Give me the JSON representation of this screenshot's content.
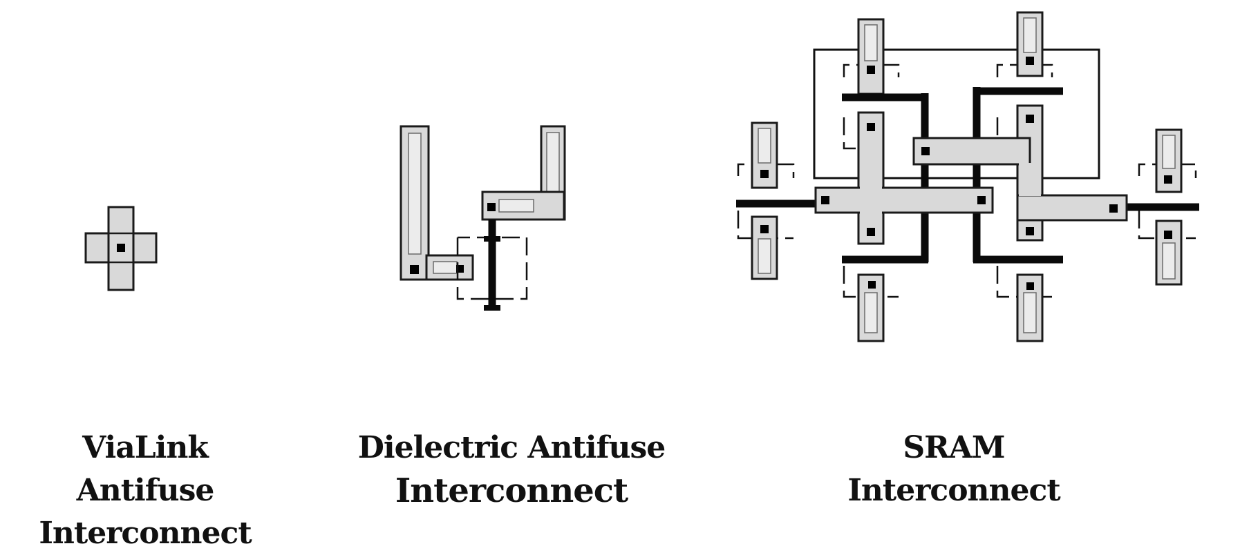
{
  "cells": [
    {
      "id": "vialink",
      "line1": "ViaLink Antifuse",
      "line2": "Interconnect"
    },
    {
      "id": "dielectric",
      "line1": "Dielectric Antifuse",
      "line2": "Interconnect"
    },
    {
      "id": "sram",
      "line1": "SRAM",
      "line2": "Interconnect"
    }
  ]
}
